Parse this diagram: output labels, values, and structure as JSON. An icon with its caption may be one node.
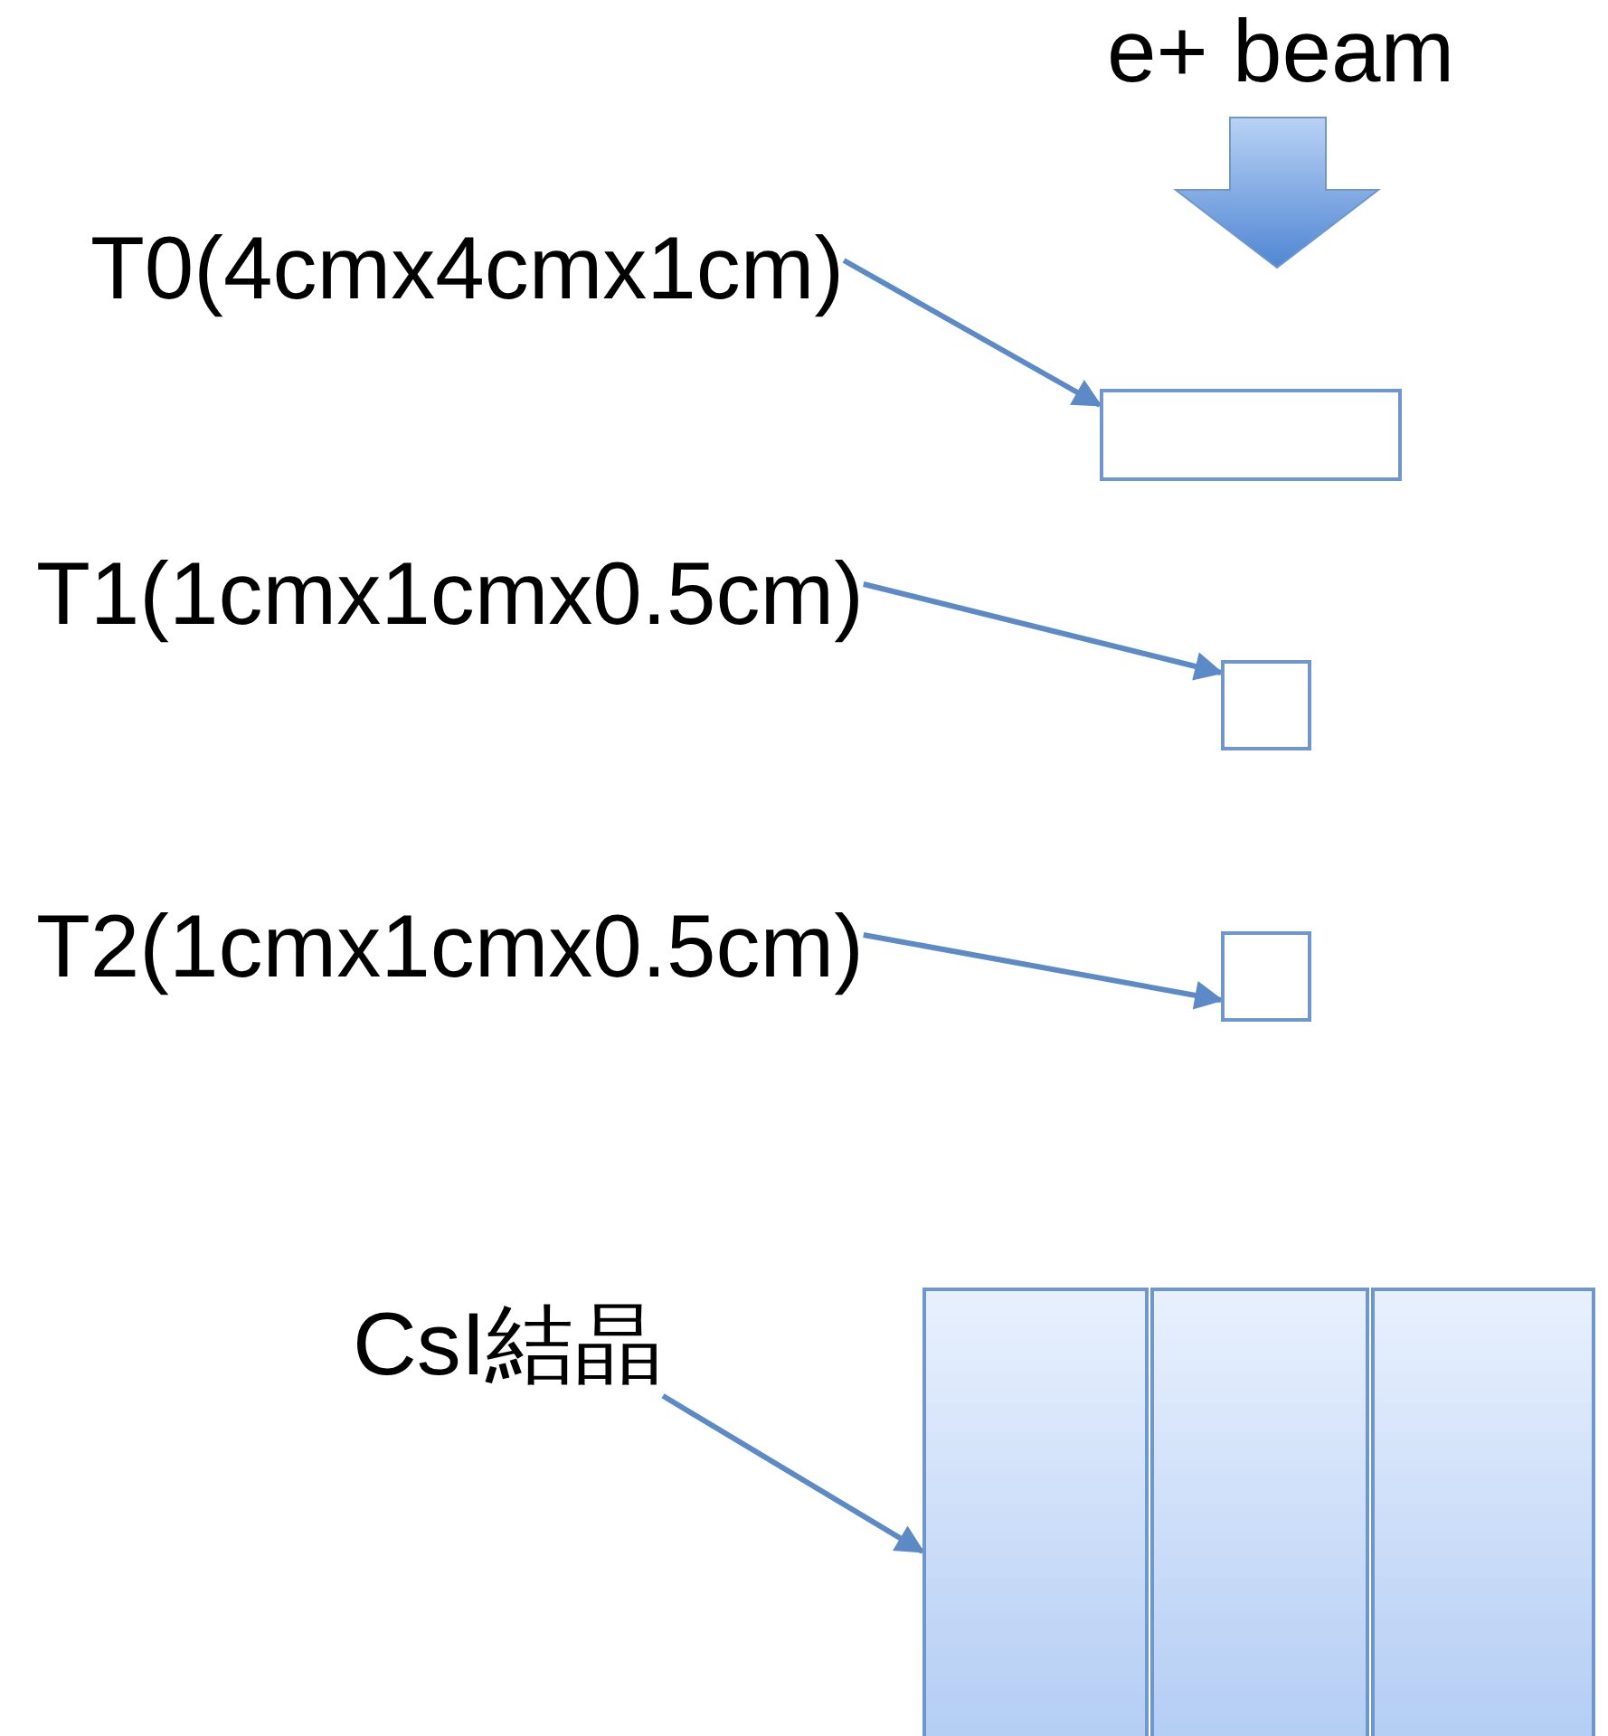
{
  "diagram": {
    "nodes": [
      {
        "text": [
          "T0(4cmx4cmx1cm)"
        ]
      },
      {
        "text": [],
        "shape": "box"
      },
      {
        "text": [
          "T1(1cmx1cmx0.5cm)"
        ]
      },
      {
        "text": [],
        "shape": "box"
      },
      {
        "text": [
          "T2(1cmx1cmx0.5cm)"
        ]
      },
      {
        "text": [],
        "shape": "box"
      },
      {
        "text": [
          "CsI結晶"
        ]
      },
      {
        "text": [],
        "shape": "bar"
      },
      {
        "text": [],
        "shape": "bar"
      },
      {
        "text": [],
        "shape": "bar"
      }
    ],
    "edges": [
      {
        "from": 0,
        "to": 1,
        "arrow": "to"
      },
      {
        "from": 2,
        "to": 3,
        "arrow": "to"
      },
      {
        "from": 4,
        "to": 5,
        "arrow": "to"
      },
      {
        "from": 6,
        "to": 7,
        "arrow": "to"
      }
    ],
    "labels": [
      "e+ beam"
    ]
  }
}
